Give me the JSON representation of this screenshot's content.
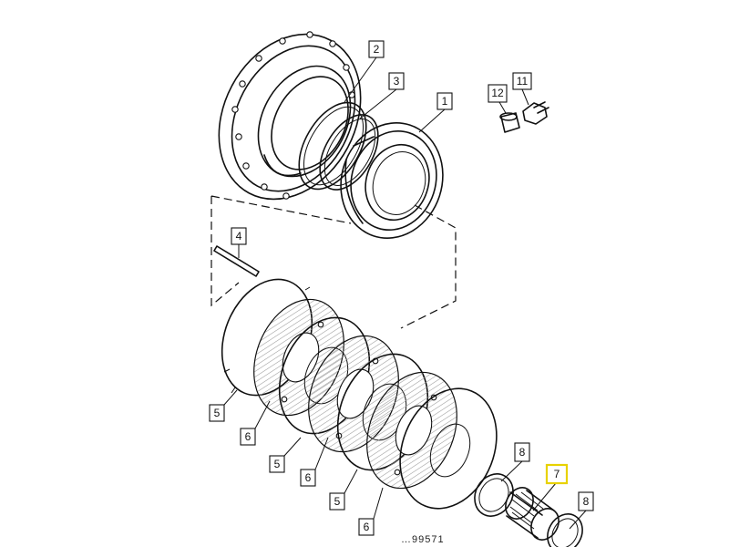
{
  "diagram": {
    "callouts": [
      {
        "id": "c1",
        "label": "1"
      },
      {
        "id": "c2",
        "label": "2"
      },
      {
        "id": "c3",
        "label": "3"
      },
      {
        "id": "c4",
        "label": "4"
      },
      {
        "id": "c5a",
        "label": "5"
      },
      {
        "id": "c5b",
        "label": "5"
      },
      {
        "id": "c5c",
        "label": "5"
      },
      {
        "id": "c6a",
        "label": "6"
      },
      {
        "id": "c6b",
        "label": "6"
      },
      {
        "id": "c6c",
        "label": "6"
      },
      {
        "id": "c7",
        "label": "7",
        "highlighted": true
      },
      {
        "id": "c8a",
        "label": "8"
      },
      {
        "id": "c8b",
        "label": "8"
      },
      {
        "id": "c11",
        "label": "11"
      },
      {
        "id": "c12",
        "label": "12"
      }
    ],
    "footer_code": "…99571"
  },
  "colors": {
    "highlight": "#e8d200",
    "ink": "#111111"
  }
}
